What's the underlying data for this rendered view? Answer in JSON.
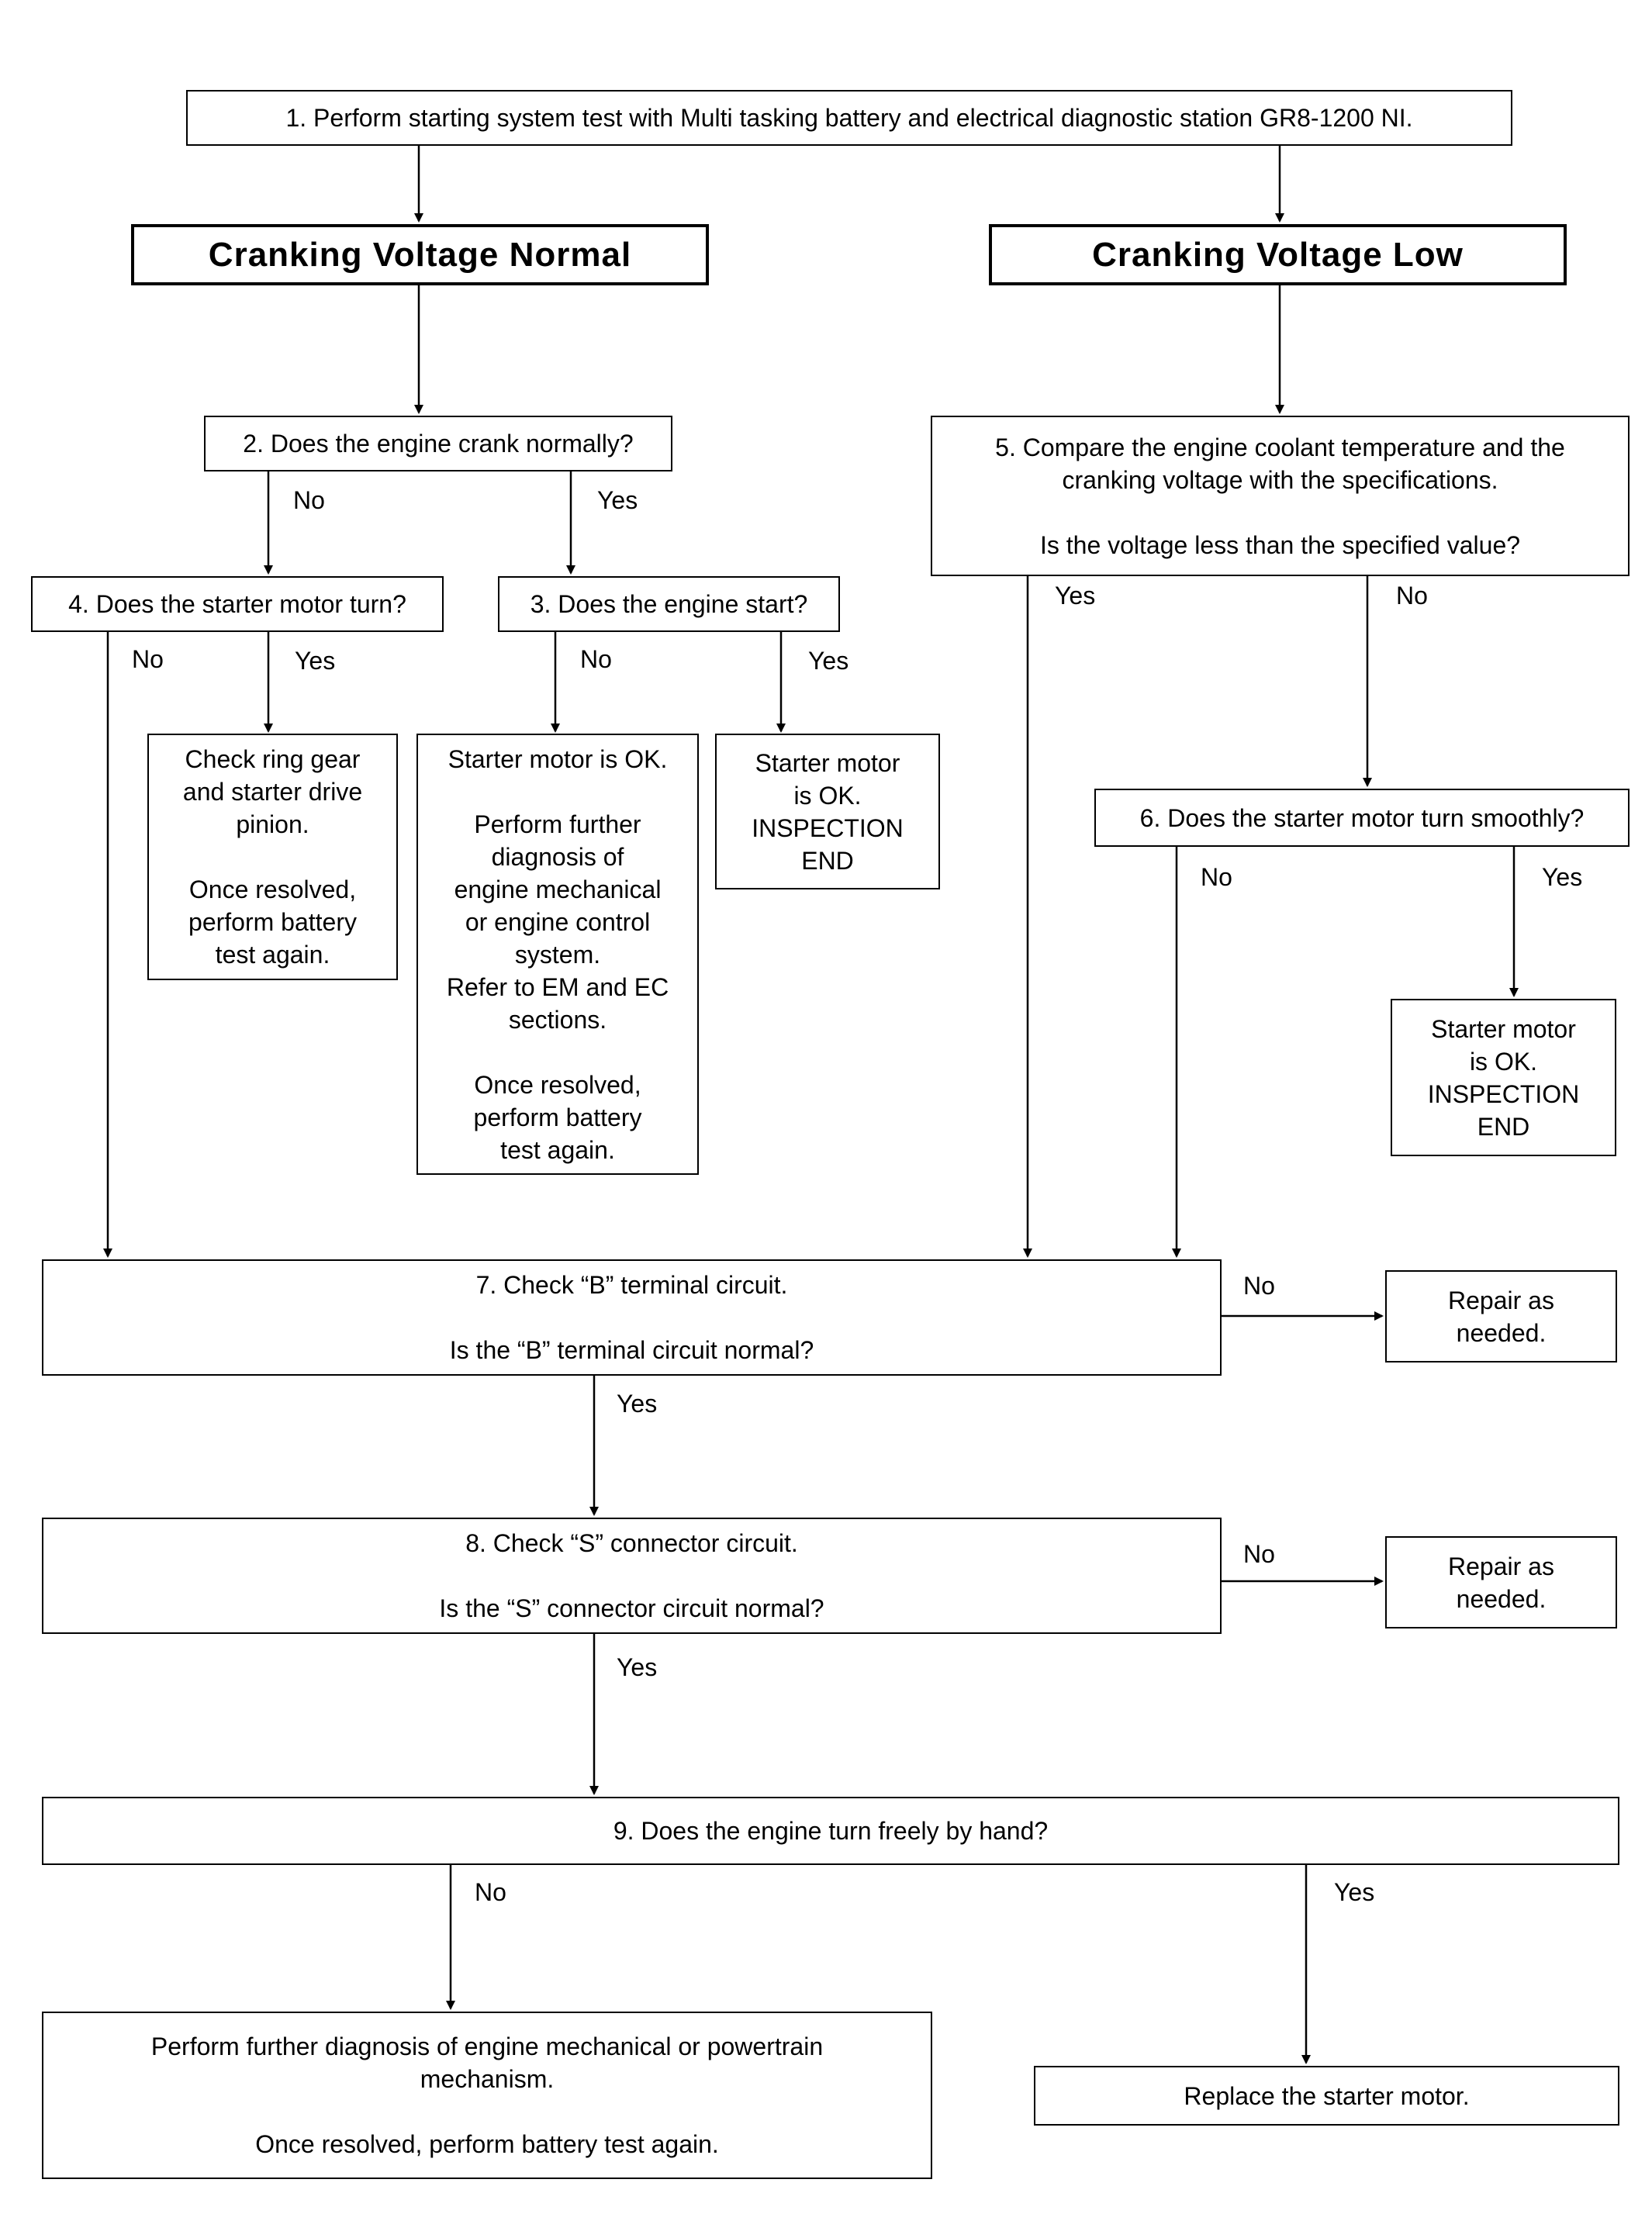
{
  "nodes": {
    "n1": [
      "1. Perform starting system test with Multi tasking battery and electrical diagnostic station GR8-1200 NI."
    ],
    "normal": [
      "Cranking Voltage Normal"
    ],
    "low": [
      "Cranking Voltage Low"
    ],
    "n2": [
      "2. Does the engine crank normally?"
    ],
    "n5": [
      "5. Compare the engine coolant temperature and the",
      "cranking voltage with the specifications.",
      "",
      "Is the voltage less than the specified value?"
    ],
    "n4": [
      "4. Does the starter motor turn?"
    ],
    "n3": [
      "3. Does the engine start?"
    ],
    "ring": [
      "Check ring gear",
      "and starter drive",
      "pinion.",
      "",
      "Once resolved,",
      "perform battery",
      "test again."
    ],
    "further": [
      "Starter motor is OK.",
      "",
      "Perform further",
      "diagnosis of",
      "engine mechanical",
      "or engine control",
      "system.",
      "Refer to EM and EC",
      "sections.",
      "",
      "Once resolved,",
      "perform battery",
      "test again."
    ],
    "ok1": [
      "Starter motor",
      "is OK.",
      "INSPECTION",
      "END"
    ],
    "n6": [
      "6. Does the starter motor turn smoothly?"
    ],
    "ok2": [
      "Starter motor",
      "is OK.",
      "INSPECTION",
      "END"
    ],
    "n7": [
      "7. Check “B” terminal circuit.",
      "",
      "Is the “B” terminal circuit normal?"
    ],
    "repair1": [
      "Repair as",
      "needed."
    ],
    "n8": [
      "8. Check “S” connector circuit.",
      "",
      "Is the “S” connector circuit normal?"
    ],
    "repair2": [
      "Repair as",
      "needed."
    ],
    "n9": [
      "9. Does the engine turn freely by hand?"
    ],
    "mech": [
      "Perform further diagnosis of engine mechanical or powertrain",
      "mechanism.",
      "",
      "Once resolved, perform battery test again."
    ],
    "replace": [
      "Replace the starter motor."
    ]
  },
  "labels": {
    "n2_no": "No",
    "n2_yes": "Yes",
    "n4_no": "No",
    "n4_yes": "Yes",
    "n3_no": "No",
    "n3_yes": "Yes",
    "n5_yes": "Yes",
    "n5_no": "No",
    "n6_no": "No",
    "n6_yes": "Yes",
    "n7_no": "No",
    "n7_yes": "Yes",
    "n8_no": "No",
    "n8_yes": "Yes",
    "n9_no": "No",
    "n9_yes": "Yes"
  }
}
